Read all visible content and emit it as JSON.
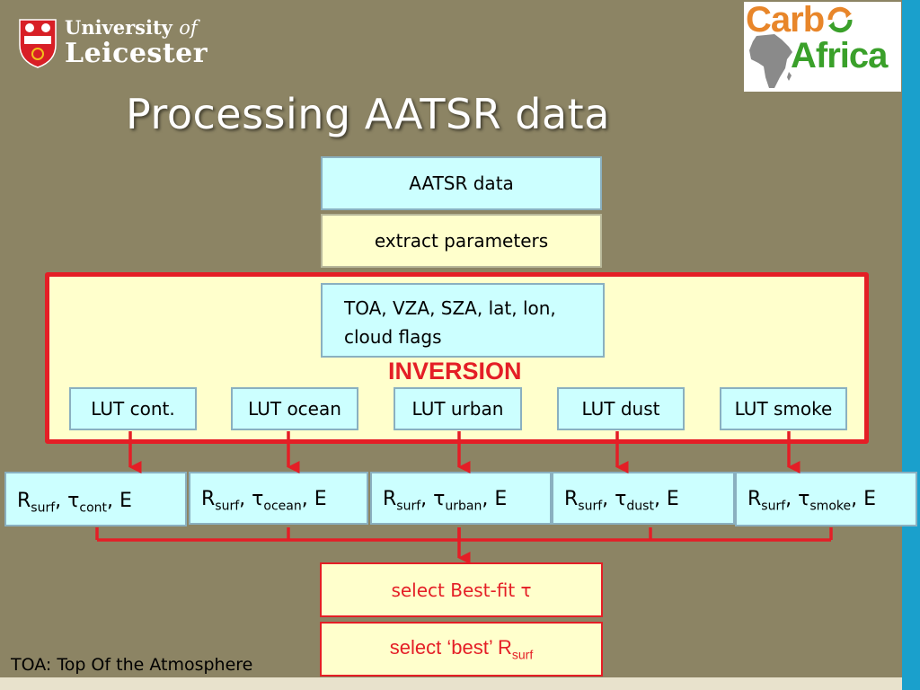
{
  "logos": {
    "university_line1": "University",
    "university_of": "of",
    "university_line2": "Leicester",
    "carbo": "Carb",
    "africa": "Africa"
  },
  "slide": {
    "title": "Processing AATSR data",
    "footnote": "TOA: Top Of the Atmosphere"
  },
  "flow": {
    "input": "AATSR data",
    "extract": "extract parameters",
    "params_line1": "TOA, VZA, SZA, lat, lon,",
    "params_line2": "cloud flags",
    "inversion": "INVERSION",
    "luts": [
      "LUT cont.",
      "LUT ocean",
      "LUT urban",
      "LUT dust",
      "LUT smoke"
    ],
    "results": [
      {
        "r": "R",
        "r_sub": "surf",
        "sep": ", τ",
        "tau_sub": "cont",
        "e": ", E"
      },
      {
        "r": "R",
        "r_sub": "surf",
        "sep": ", τ",
        "tau_sub": "ocean",
        "e": ", E"
      },
      {
        "r": "R",
        "r_sub": "surf",
        "sep": ", τ",
        "tau_sub": "urban",
        "e": ", E"
      },
      {
        "r": "R",
        "r_sub": "surf",
        "sep": ", τ",
        "tau_sub": "dust",
        "e": ", E"
      },
      {
        "r": "R",
        "r_sub": "surf",
        "sep": ", τ",
        "tau_sub": "smoke",
        "e": ", E"
      }
    ],
    "select_tau": "select Best-fit τ",
    "select_r_prefix": "select ‘best’ R",
    "select_r_sub": "surf"
  },
  "colors": {
    "background": "#8c8464",
    "accent_red": "#e41e26",
    "box_cyan": "#ccffff",
    "box_yellow": "#ffffcc",
    "stripe_blue": "#1aa0cc"
  }
}
